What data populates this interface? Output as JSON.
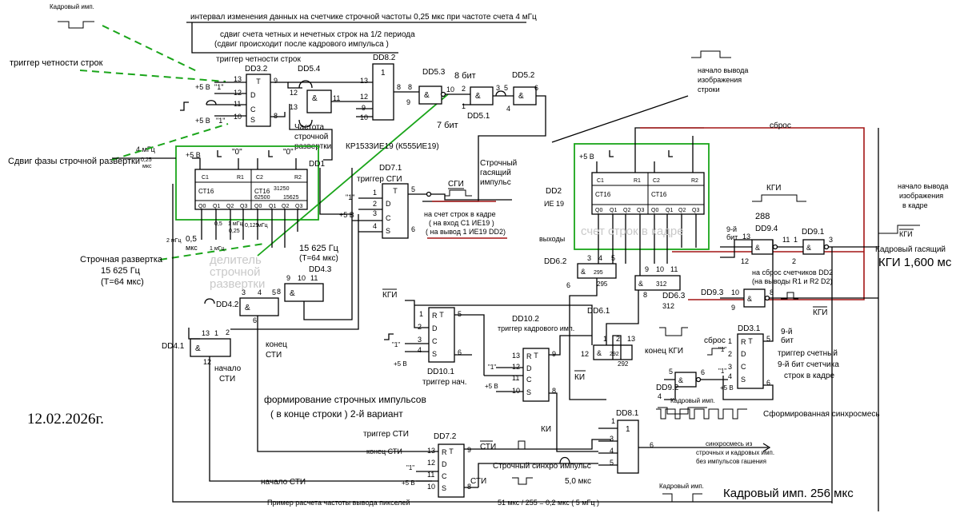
{
  "top": {
    "corner_frame_pulse": "Кадровый имп.",
    "interval_note": "интервал изменения данных на счетчике строчной частоты 0,25 мкс при частоте счета 4 мГц",
    "shift_note_1": "сдвиг счета четных и нечетных строк на 1/2 периода",
    "shift_note_2": "(сдвиг происходит после кадрового импульса )",
    "parity_trigger_left": "триггер четности строк",
    "parity_trigger_title": "триггер четности строк",
    "phase_shift": "Сдвиг фазы строчной развертки",
    "freq_4mhz": "4 мГц",
    "freq_025": "0,25",
    "freq_mks": "мкс"
  },
  "chips": {
    "dd3_2": "DD3.2",
    "dd5_4": "DD5.4",
    "dd8_2": "DD8.2",
    "dd5_3": "DD5.3",
    "dd5_2": "DD5.2",
    "dd5_1": "DD5.1",
    "dd1": "DD1",
    "dd1_type": "КР1533ИЕ19 (К555ИЕ19)",
    "dd7_1": "DD7.1",
    "dd4_3": "DD4.3",
    "dd4_2": "DD4.2",
    "dd4_1": "DD4.1",
    "dd2": "DD2",
    "dd2_type": "ИЕ 19",
    "dd6_2": "DD6.2",
    "dd6_1": "DD6.1",
    "dd6_3": "DD6.3",
    "dd9_4": "DD9.4",
    "dd9_1": "DD9.1",
    "dd9_3": "DD9.3",
    "dd9_2": "DD9.2",
    "dd3_1": "DD3.1",
    "dd10_1": "DD10.1",
    "dd10_2": "DD10.2",
    "dd8_1": "DD8.1",
    "dd7_2": "DD7.2"
  },
  "labels": {
    "bit8": "8 бит",
    "bit7": "7 бит",
    "line_freq": "Частота строчной развертки",
    "sgi_trigger": "триггер СГИ",
    "sgi": "СГИ",
    "line_blank": "Строчный гасящий импульс",
    "sgi_note_1": "на счет строк в кадре",
    "sgi_note_2": "( на вход С1 ИЕ19 )",
    "sgi_note_3": "( на вывод 1 ИЕ19  DD2)",
    "line_scan_1": "Строчная развертка",
    "line_scan_2": "15 625 Гц",
    "line_scan_3": "(Т=64 мкс)",
    "f15625": "15 625 Гц",
    "t64": "(Т=64 мкс)",
    "hz_05": "0,5",
    "mks": "мкс",
    "mhz2": "2 мГц",
    "mhz1": "1 мГц",
    "wm_divider_1": "делитель",
    "wm_divider_2": "строчной",
    "wm_divider_3": "развертки",
    "wm_count": "счет строк в кадре",
    "outputs": "выходы",
    "frame_start_img": "начало вывода изображения строки",
    "frame_start_img_1": "начало вывода",
    "frame_start_img_2": "изображения",
    "frame_start_img_3": "строки",
    "reset": "сброс",
    "kgi": "КГИ",
    "num288": "288",
    "bit9": "9-й бит",
    "kgi_start_1": "начало вывода",
    "kgi_start_2": "изображения",
    "kgi_start_3": "в кадре",
    "kgi_title": "Кадровый гасящий",
    "kgi_dur": "КГИ  1,600 мс",
    "reset_counters_1": "на сброс счетчиков DD2",
    "reset_counters_2": "(на выводы R1 и R2 D2)",
    "n312": "312",
    "n295": "295",
    "n292": "292",
    "end_kgi": "конец КГИ",
    "count_trigger_1": "триггер счетный",
    "count_trigger_2": "9-й бит счетчика",
    "count_trigger_3": "строк в кадре",
    "frame_pulse_small": "Кадровый имп.",
    "synth_mix": "Сформированная  синхросмесь",
    "mix_1": "синхросмесь из",
    "mix_2": "строчных и кадровых имп.",
    "mix_3": "без импульсов гашения",
    "frame_pulse_256": "Кадровый имп. 256 мкс",
    "frame_trigger": "триггер кадрового имп.",
    "ki": "КИ",
    "start_trigger": "триггер нач.",
    "line_form_1": "формирование строчных импульсов",
    "line_form_2": "( в конце строки )  2-й вариант",
    "end_sti": "конец СТИ",
    "end_sti_2": "конец",
    "start_sti": "начало СТИ",
    "sti": "СТИ",
    "sti_trigger": "триггер СТИ",
    "line_sync": "Строчный синхро импульс",
    "mks5": "5,0 мкс",
    "pixel_example": "Пример расчета частоты вывода пикселей",
    "calc": "51 мкс / 255 = 0,2 мкс ( 5 мГц )",
    "plus5v": "+5 В",
    "one": "\"1\"",
    "zero": "\"0\"",
    "ct16": "СТ16",
    "amp": "&",
    "date": "12.02.2026г.",
    "n31250": "31250",
    "n62500": "62500",
    "n15625": "15625",
    "f0125": "0,125",
    "f025": "0,25"
  },
  "colors": {
    "green_block": "#1aa51a",
    "red_wires": "#a31515"
  }
}
